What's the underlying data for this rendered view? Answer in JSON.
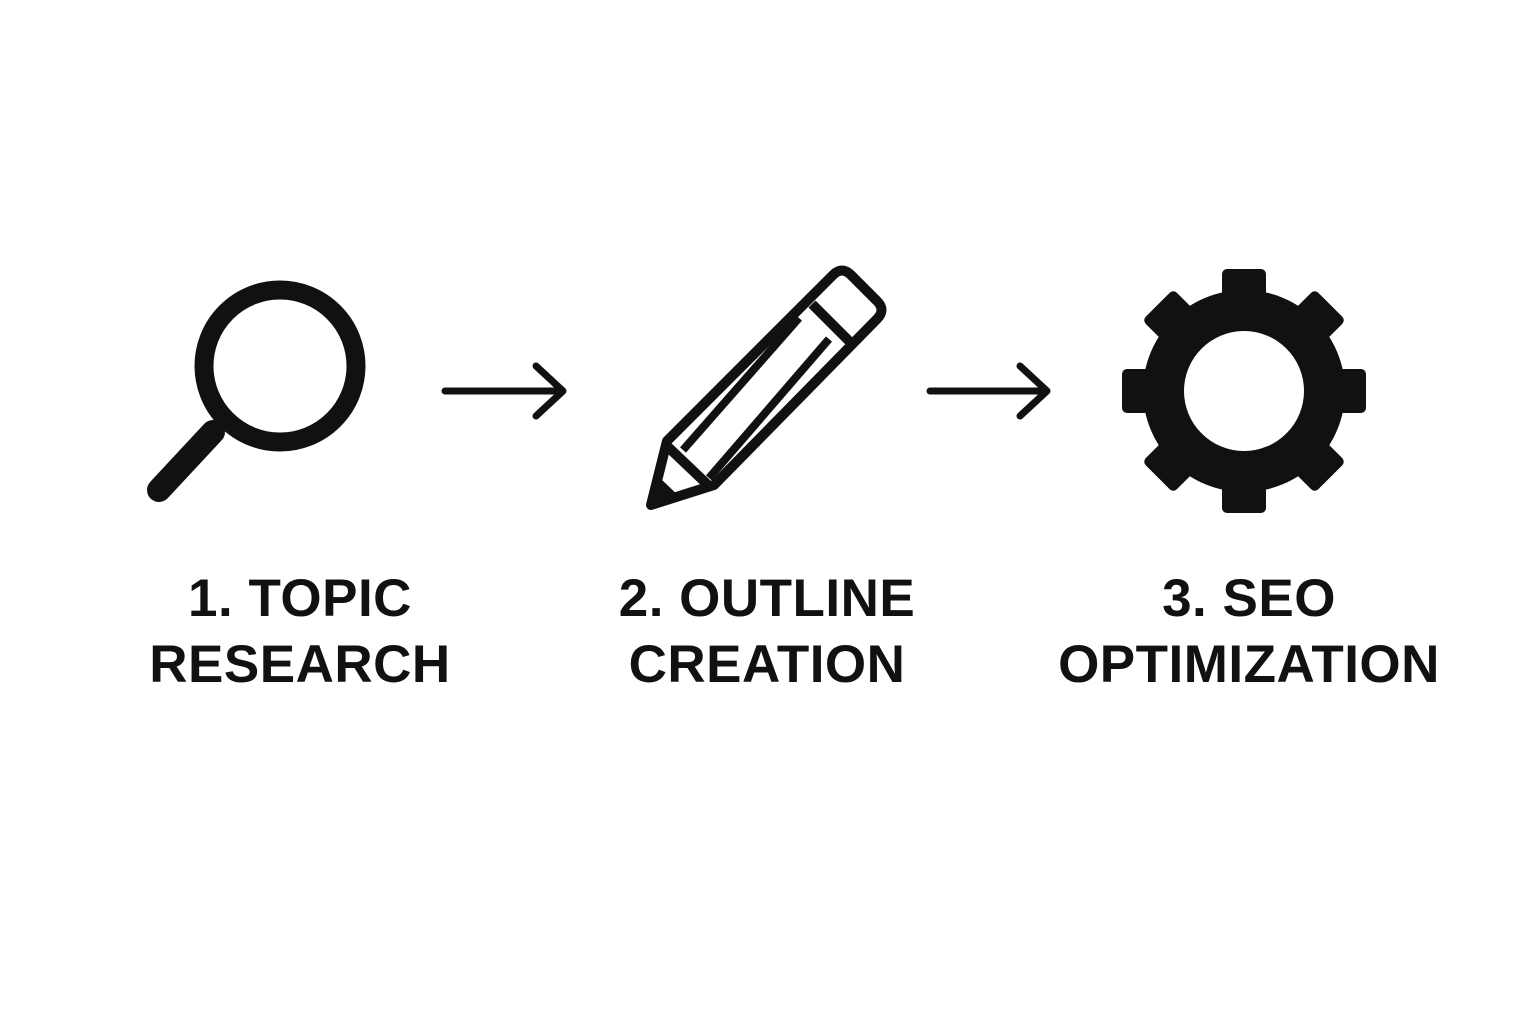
{
  "colors": {
    "ink": "#111111",
    "background": "#ffffff"
  },
  "steps": [
    {
      "icon": "magnifying-glass-icon",
      "line1": "1. TOPIC",
      "line2": "RESEARCH"
    },
    {
      "icon": "pencil-icon",
      "line1": "2. OUTLINE",
      "line2": "CREATION"
    },
    {
      "icon": "gear-icon",
      "line1": "3. SEO",
      "line2": "OPTIMIZATION"
    }
  ],
  "connectors": [
    {
      "icon": "arrow-right-icon",
      "from": "1. TOPIC RESEARCH",
      "to": "2. OUTLINE CREATION"
    },
    {
      "icon": "arrow-right-icon",
      "from": "2. OUTLINE CREATION",
      "to": "3. SEO OPTIMIZATION"
    }
  ]
}
